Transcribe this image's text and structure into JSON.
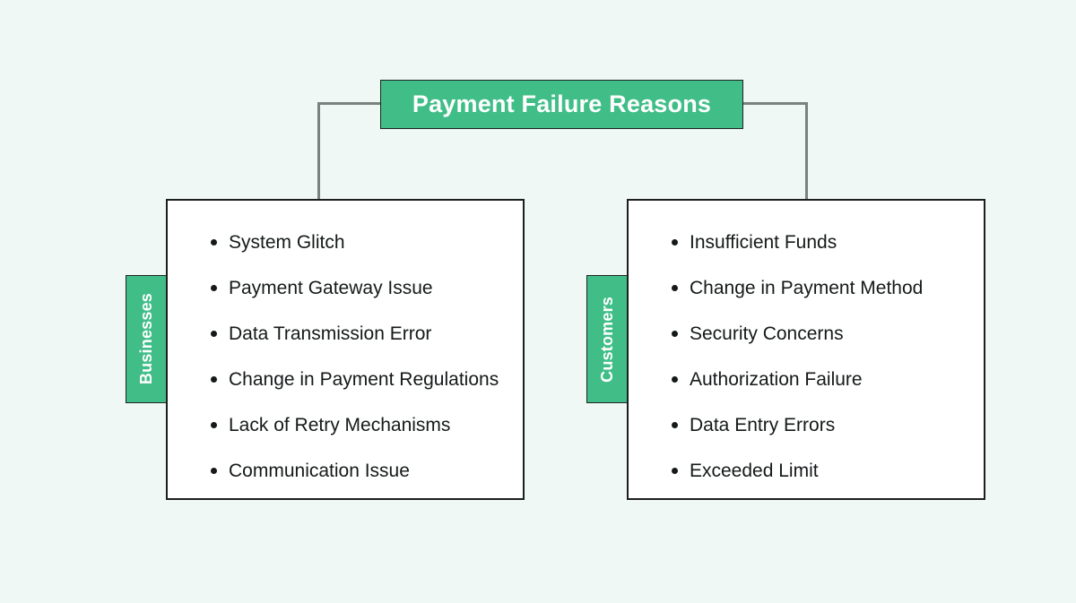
{
  "diagram": {
    "type": "tree",
    "background_color": "#f0f8f6",
    "accent_color": "#41be88",
    "border_color": "#1c1f1e",
    "text_color": "#151919",
    "root": {
      "label": "Payment Failure Reasons"
    },
    "branches": [
      {
        "tab_label": "Businesses",
        "items": [
          "System Glitch",
          "Payment Gateway Issue",
          "Data Transmission Error",
          "Change in Payment Regulations",
          "Lack of Retry Mechanisms",
          "Communication Issue"
        ]
      },
      {
        "tab_label": "Customers",
        "items": [
          "Insufficient Funds",
          "Change in Payment Method",
          "Security Concerns",
          "Authorization Failure",
          "Data Entry Errors",
          "Exceeded Limit"
        ]
      }
    ]
  }
}
